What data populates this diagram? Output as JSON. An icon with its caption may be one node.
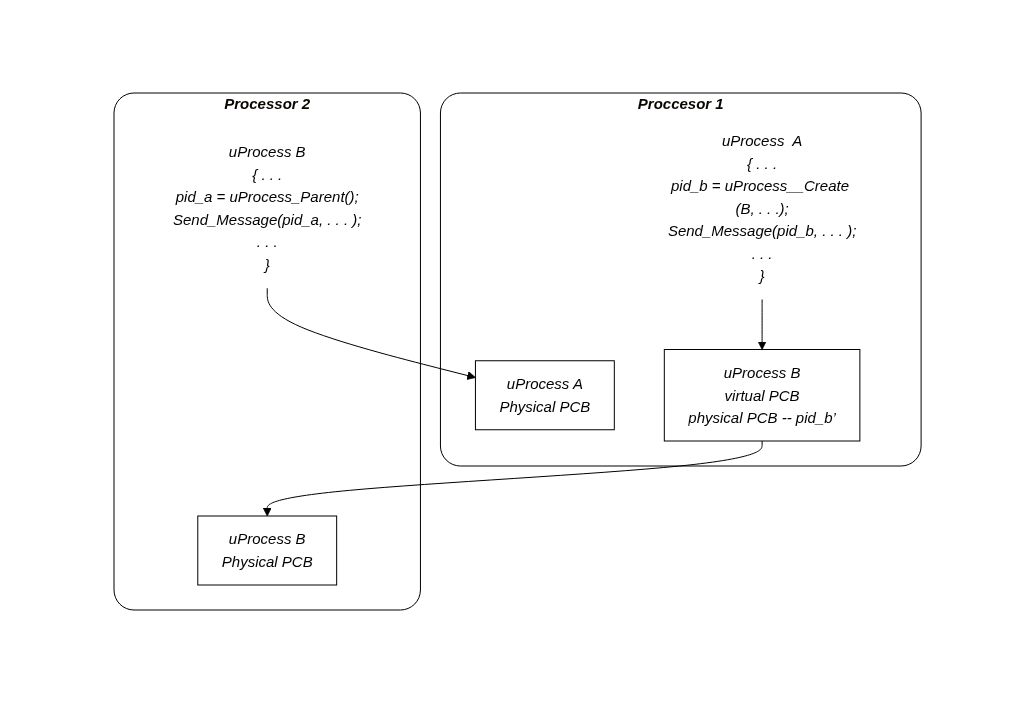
{
  "diagram": {
    "nodes": [
      {
        "text": [
          "Proccesor 1"
        ]
      },
      {
        "text": [
          "uProcess  A",
          "{ . . .",
          "pid_b = uProcess__Create (B, . . .);",
          "Send_Message(pid_b, . . . );",
          ". . .",
          "}"
        ],
        "in": 0
      },
      {
        "text": [
          "uProcess B",
          "virtual  PCB",
          "physical PCB -- pid_b’"
        ],
        "in": 0
      },
      {
        "text": [
          "uProcess A",
          "Physical PCB"
        ],
        "in": 0
      },
      {
        "text": [
          "Processor 2"
        ]
      },
      {
        "text": [
          "uProcess  B",
          "{ . . .",
          "pid_a = uProcess_Parent();",
          "Send_Message(pid_a, . . . );",
          ". . .",
          "}"
        ],
        "in": 4
      },
      {
        "text": [
          "uProcess B",
          "Physical PCB"
        ],
        "in": 4
      }
    ],
    "edges": [
      {
        "from": 1,
        "to": 2,
        "arrow": "to"
      },
      {
        "from": 2,
        "to": 6,
        "arrow": "to"
      },
      {
        "from": 5,
        "to": 3,
        "arrow": "to"
      }
    ]
  }
}
